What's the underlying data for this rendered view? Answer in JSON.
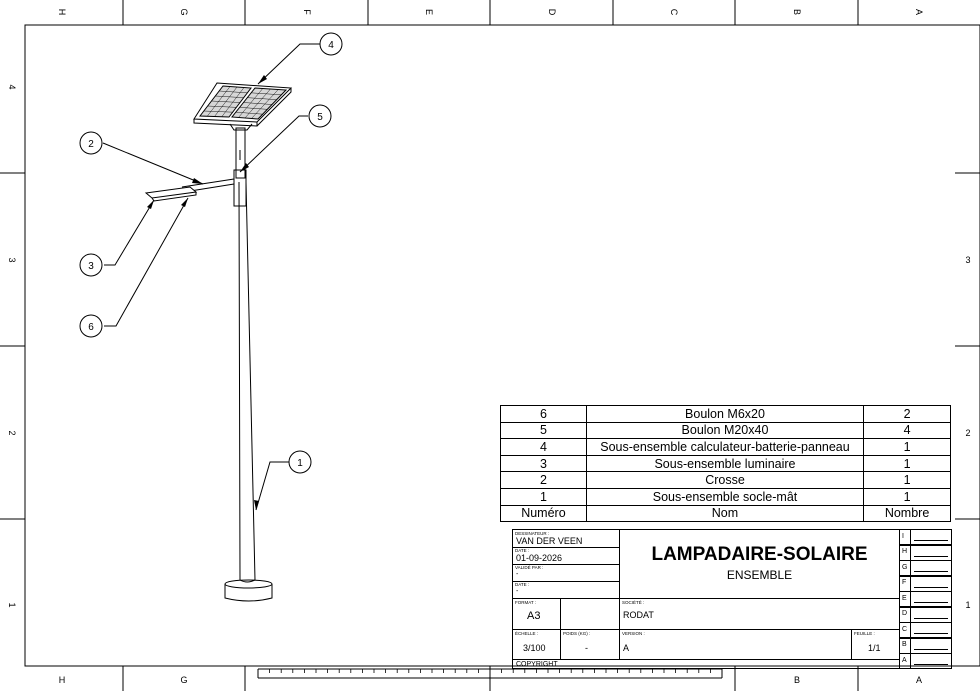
{
  "zones": {
    "columns_top": [
      "H",
      "G",
      "F",
      "E",
      "D",
      "C",
      "B",
      "A"
    ],
    "columns_bottom": [
      "H",
      "G",
      "B",
      "A"
    ],
    "rows": [
      "4",
      "3",
      "2",
      "1"
    ]
  },
  "balloons": [
    "1",
    "2",
    "3",
    "4",
    "5",
    "6"
  ],
  "bom": {
    "rows": [
      {
        "numero": "6",
        "nom": "Boulon M6x20",
        "nombre": "2"
      },
      {
        "numero": "5",
        "nom": "Boulon M20x40",
        "nombre": "4"
      },
      {
        "numero": "4",
        "nom": "Sous-ensemble calculateur-batterie-panneau",
        "nombre": "1"
      },
      {
        "numero": "3",
        "nom": "Sous-ensemble luminaire",
        "nombre": "1"
      },
      {
        "numero": "2",
        "nom": "Crosse",
        "nombre": "1"
      },
      {
        "numero": "1",
        "nom": "Sous-ensemble socle-mât",
        "nombre": "1"
      }
    ],
    "header": {
      "numero": "Numéro",
      "nom": "Nom",
      "nombre": "Nombre"
    }
  },
  "title_block": {
    "dessinateur_label": "DESSINATEUR :",
    "dessinateur": "VAN DER VEEN",
    "date_label": "DATE :",
    "date": "01-09-2026",
    "valide_label": "VALIDÉ PAR :",
    "valide": "-",
    "date2_label": "DATE :",
    "date2": "-",
    "title": "LAMPADAIRE-SOLAIRE",
    "subtitle": "ENSEMBLE",
    "format_label": "FORMAT :",
    "format": "A3",
    "societe_label": "SOCIÉTÉ :",
    "societe": "RODAT",
    "echelle_label": "ÉCHELLE :",
    "echelle": "3/100",
    "poids_label": "POIDS (kg) :",
    "poids": "-",
    "version_label": "VERSION :",
    "version": "A",
    "feuille_label": "FEUILLE :",
    "feuille": "1/1",
    "copyright": "COPYRIGHT",
    "revisions": [
      "I",
      "H",
      "G",
      "F",
      "E",
      "D",
      "C",
      "B",
      "A"
    ]
  }
}
